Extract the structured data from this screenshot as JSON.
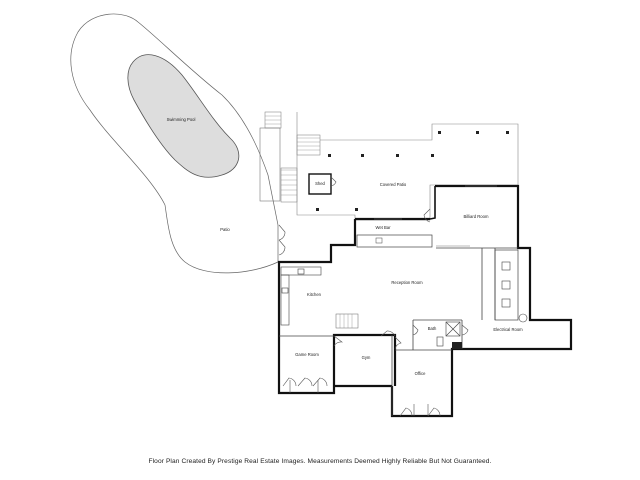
{
  "rooms": {
    "swimming_pool": "Swimming Pool",
    "patio": "Patio",
    "shed": "Shed",
    "covered_patio": "Covered Patio",
    "wet_bar": "Wet Bar",
    "billiard_room": "Billiard Room",
    "reception_room": "Reception Room",
    "kitchen": "Kitchen",
    "bath": "Bath",
    "electrical_room": "Electrical Room",
    "game_room": "Game Room",
    "gym": "Gym",
    "office": "Office"
  },
  "footer": "Floor Plan Created By Prestige Real Estate Images. Measurements Deemed Highly Reliable But Not Guaranteed."
}
